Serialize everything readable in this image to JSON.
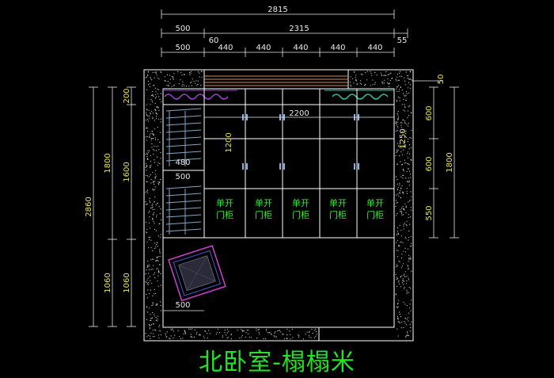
{
  "title": "北卧室-榻榻米",
  "dimensions_top": {
    "overall": "2815",
    "left_a": "500",
    "right_a": "2315",
    "gap": "60",
    "right_gap": "55",
    "left_b": "500",
    "doors": [
      "440",
      "440",
      "440",
      "440",
      "440"
    ]
  },
  "dimensions_left": {
    "overall": "2860",
    "upper": "1800",
    "lower": "1060",
    "top_band": "200",
    "middle": "1600",
    "lower_b": "1060"
  },
  "dimensions_right": {
    "small": "50",
    "segments": [
      "600",
      "600",
      "550"
    ],
    "overall": "1800"
  },
  "dimensions_inner": {
    "width": "2200",
    "height": "1200",
    "depth_a": "480",
    "depth_b": "500",
    "bed": "500",
    "right_h": "1250"
  },
  "cabinet_label": [
    "单开",
    "门柜"
  ],
  "colors": {
    "background": "#000000",
    "walls": "#ffffff",
    "dimension_text": "#e8e8e8",
    "vertical_dimension_text": "#e6e64a",
    "label_text": "#33ee33",
    "title_text": "#22e622",
    "curtain_left": "#a040d0",
    "curtain_right": "#30c0a0",
    "bed": "#d040d0"
  }
}
